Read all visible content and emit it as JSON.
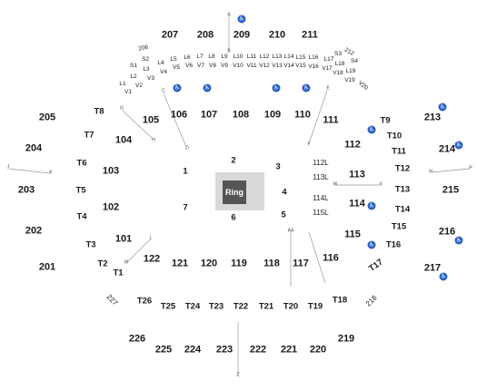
{
  "stage": {
    "label": "Ring"
  },
  "sections": {
    "upper_top": [
      "207",
      "208",
      "209",
      "210",
      "211"
    ],
    "upper_left": [
      "205",
      "204",
      "203",
      "202",
      "201"
    ],
    "upper_right": [
      "213",
      "214",
      "215",
      "216",
      "217"
    ],
    "upper_bottom": [
      "226",
      "225",
      "224",
      "223",
      "222",
      "221",
      "220",
      "219"
    ],
    "mid_top": [
      "106",
      "107",
      "108",
      "109",
      "110"
    ],
    "mid_left": [
      "105",
      "104",
      "103",
      "102",
      "101"
    ],
    "mid_right": [
      "111",
      "112",
      "113",
      "114",
      "115",
      "116"
    ],
    "mid_bottom": [
      "122",
      "121",
      "120",
      "119",
      "118",
      "117"
    ],
    "floor": [
      "1",
      "2",
      "3",
      "4",
      "5",
      "6",
      "7"
    ],
    "floor_right": [
      "112L",
      "113L",
      "114L",
      "115L"
    ],
    "t_left": [
      "T8",
      "T7",
      "T6",
      "T5",
      "T4",
      "T3",
      "T2",
      "T1"
    ],
    "t_right": [
      "T9",
      "T10",
      "T11",
      "T12",
      "T13",
      "T14",
      "T15",
      "T16",
      "T17"
    ],
    "t_bottom": [
      "T26",
      "T25",
      "T24",
      "T23",
      "T22",
      "T21",
      "T20",
      "T19",
      "T18"
    ],
    "diag": [
      "227",
      "218",
      "206",
      "212"
    ],
    "suite_l": [
      "L1",
      "L2",
      "L3",
      "L4",
      "L5",
      "L6",
      "L7",
      "L8",
      "L9",
      "L10",
      "L11",
      "L12",
      "L13",
      "L14",
      "L15",
      "L16",
      "L17",
      "L18",
      "L19"
    ],
    "suite_v": [
      "V1",
      "V2",
      "V3",
      "V4",
      "V5",
      "V6",
      "V7",
      "V8",
      "V9",
      "V10",
      "V11",
      "V12",
      "V13",
      "V14",
      "V15",
      "V16",
      "V17",
      "V18",
      "V19",
      "V20"
    ],
    "suite_s": [
      "S1",
      "S2",
      "S3",
      "S4"
    ]
  },
  "markers": [
    "A",
    "B",
    "C",
    "D",
    "E",
    "F",
    "G",
    "H",
    "J",
    "K",
    "L",
    "M",
    "N",
    "P",
    "W",
    "X",
    "Z",
    "AA"
  ],
  "colors": {
    "accessible": "#2962c8",
    "stage": "#d9d9d9",
    "ring": "#555555"
  },
  "icons": {
    "accessible_seating": "wheelchair-icon"
  }
}
